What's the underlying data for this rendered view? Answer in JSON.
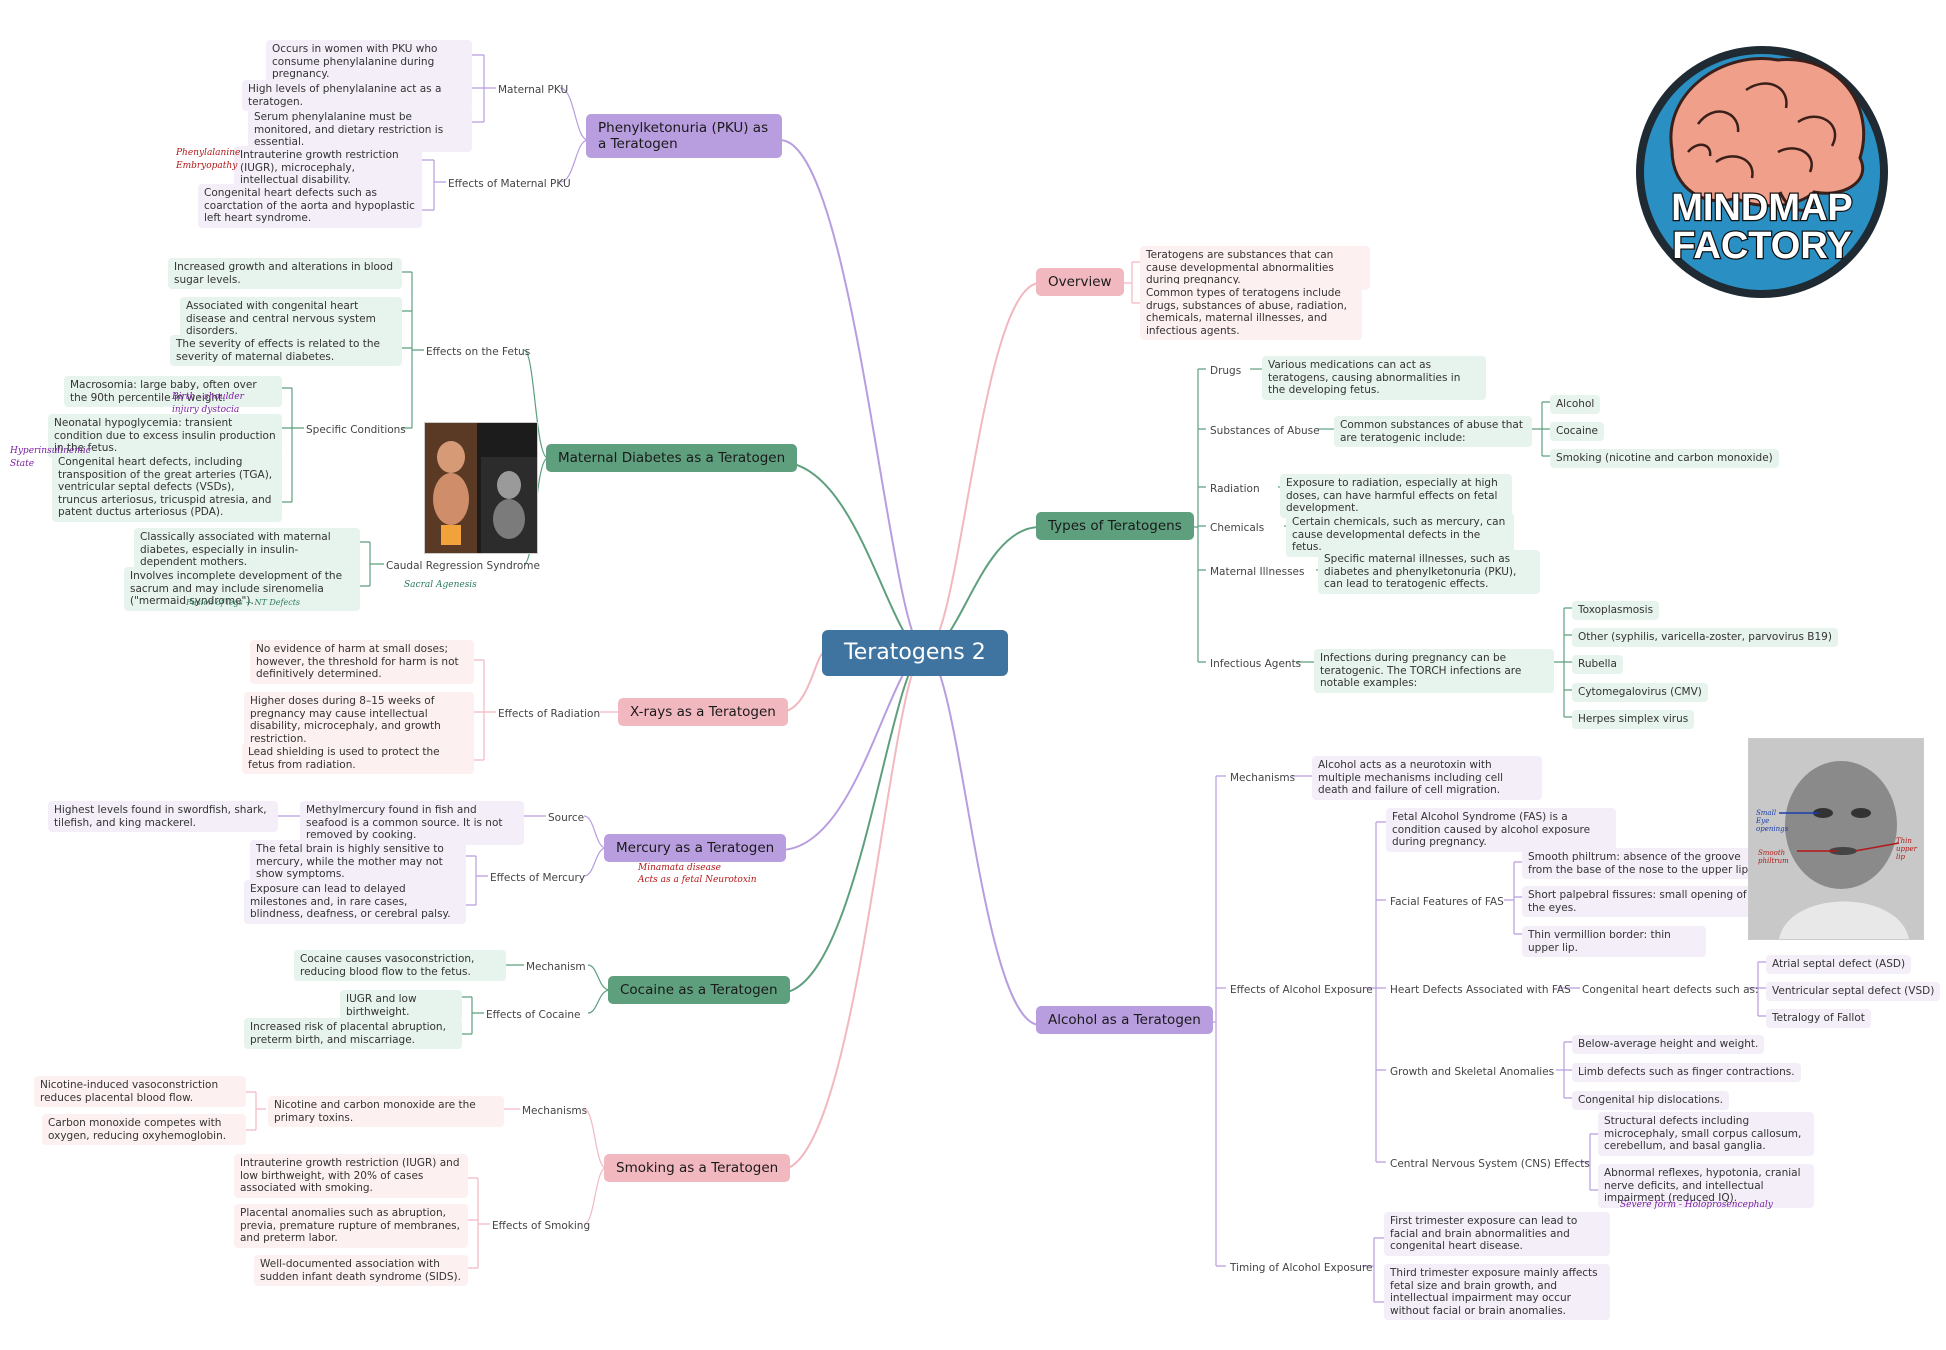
{
  "center": "Teratogens 2",
  "logo": {
    "line1": "MINDMAP",
    "line2": "FACTORY"
  },
  "pku": {
    "title": "Phenylketonuria (PKU) as a Teratogen",
    "maternal_label": "Maternal PKU",
    "maternal": [
      "Occurs in women with PKU who consume phenylalanine during pregnancy.",
      "High levels of phenylalanine act as a teratogen.",
      "Serum phenylalanine must be monitored, and dietary restriction is essential."
    ],
    "effects_label": "Effects of Maternal PKU",
    "effects": [
      "Intrauterine growth restriction (IUGR), microcephaly, intellectual disability.",
      "Congenital heart defects such as coarctation of the aorta and hypoplastic left heart syndrome."
    ],
    "handwritten": "Phenylalanine Embryopathy"
  },
  "diabetes": {
    "title": "Maternal Diabetes as a Teratogen",
    "fetus_label": "Effects on the Fetus",
    "fetus": [
      "Increased growth and alterations in blood sugar levels.",
      "Associated with congenital heart disease and central nervous system disorders.",
      "The severity of effects is related to the severity of maternal diabetes."
    ],
    "specific_label": "Specific Conditions",
    "specific": [
      "Macrosomia: large baby, often over the 90th percentile in weight.",
      "Neonatal hypoglycemia: transient condition due to excess insulin production in the fetus.",
      "Congenital heart defects, including transposition of the great arteries (TGA), ventricular septal defects (VSDs), truncus arteriosus, tricuspid atresia, and patent ductus arteriosus (PDA)."
    ],
    "caudal_label": "Caudal Regression Syndrome",
    "caudal": [
      "Classically associated with maternal diabetes, especially in insulin-dependent mothers.",
      "Involves incomplete development of the sacrum and may include sirenomelia (\"mermaid syndrome\")."
    ],
    "hw_birth": "Birth - shoulder injury dystocia",
    "hw_hyper": "Hyperinsulinemic State",
    "hw_sacral": "Sacral Agenesis",
    "hw_fusion": "Fusion of legs + NT Defects"
  },
  "xrays": {
    "title": "X-rays as a Teratogen",
    "label": "Effects of Radiation",
    "items": [
      "No evidence of harm at small doses; however, the threshold for harm is not definitively determined.",
      "Higher doses during 8–15 weeks of pregnancy may cause intellectual disability, microcephaly, and growth restriction.",
      "Lead shielding is used to protect the fetus from radiation."
    ]
  },
  "mercury": {
    "title": "Mercury as a Teratogen",
    "source_label": "Source",
    "source": "Methylmercury found in fish and seafood is a common source. It is not removed by cooking.",
    "source_sub": "Highest levels found in swordfish, shark, tilefish, and king mackerel.",
    "effects_label": "Effects of Mercury",
    "effects": [
      "The fetal brain is highly sensitive to mercury, while the mother may not show symptoms.",
      "Exposure can lead to delayed milestones and, in rare cases, blindness, deafness, or cerebral palsy."
    ],
    "hw1": "Minamata disease",
    "hw2": "Acts as a fetal Neurotoxin"
  },
  "cocaine": {
    "title": "Cocaine as a Teratogen",
    "mech_label": "Mechanism",
    "mech": "Cocaine causes vasoconstriction, reducing blood flow to the fetus.",
    "effects_label": "Effects of Cocaine",
    "effects": [
      "IUGR and low birthweight.",
      "Increased risk of placental abruption, preterm birth, and miscarriage."
    ]
  },
  "smoking": {
    "title": "Smoking as a Teratogen",
    "mech_label": "Mechanisms",
    "mech": "Nicotine and carbon monoxide are the primary toxins.",
    "mech_sub": [
      "Nicotine-induced vasoconstriction reduces placental blood flow.",
      "Carbon monoxide competes with oxygen, reducing oxyhemoglobin."
    ],
    "effects_label": "Effects of Smoking",
    "effects": [
      "Intrauterine growth restriction (IUGR) and low birthweight, with 20% of cases associated with smoking.",
      "Placental anomalies such as abruption, previa, premature rupture of membranes, and preterm labor.",
      "Well-documented association with sudden infant death syndrome (SIDS)."
    ]
  },
  "overview": {
    "title": "Overview",
    "items": [
      "Teratogens are substances that can cause developmental abnormalities during pregnancy.",
      "Common types of teratogens include drugs, substances of abuse, radiation, chemicals, maternal illnesses, and infectious agents."
    ]
  },
  "types": {
    "title": "Types of Teratogens",
    "drugs_label": "Drugs",
    "drugs": "Various medications can act as teratogens, causing abnormalities in the developing fetus.",
    "abuse_label": "Substances of Abuse",
    "abuse": "Common substances of abuse that are teratogenic include:",
    "abuse_list": [
      "Alcohol",
      "Cocaine",
      "Smoking (nicotine and carbon monoxide)"
    ],
    "radiation_label": "Radiation",
    "radiation": "Exposure to radiation, especially at high doses, can have harmful effects on fetal development.",
    "chem_label": "Chemicals",
    "chem": "Certain chemicals, such as mercury, can cause developmental defects in the fetus.",
    "illness_label": "Maternal Illnesses",
    "illness": "Specific maternal illnesses, such as diabetes and phenylketonuria (PKU), can lead to teratogenic effects.",
    "infect_label": "Infectious Agents",
    "infect": "Infections during pregnancy can be teratogenic. The TORCH infections are notable examples:",
    "torch": [
      "Toxoplasmosis",
      "Other (syphilis, varicella-zoster, parvovirus B19)",
      "Rubella",
      "Cytomegalovirus (CMV)",
      "Herpes simplex virus"
    ]
  },
  "alcohol": {
    "title": "Alcohol as a Teratogen",
    "mech_label": "Mechanisms",
    "mech": "Alcohol acts as a neurotoxin with multiple mechanisms including cell death and failure of cell migration.",
    "effects_label": "Effects of Alcohol Exposure",
    "fas": "Fetal Alcohol Syndrome (FAS) is a condition caused by alcohol exposure during pregnancy.",
    "facial_label": "Facial Features of FAS",
    "facial": [
      "Smooth philtrum: absence of the groove from the base of the nose to the upper lip.",
      "Short palpebral fissures: small opening of the eyes.",
      "Thin vermillion border: thin upper lip."
    ],
    "heart_label": "Heart Defects Associated with FAS",
    "heart_mid": "Congenital heart defects such as:",
    "heart": [
      "Atrial septal defect (ASD)",
      "Ventricular septal defect (VSD)",
      "Tetralogy of Fallot"
    ],
    "growth_label": "Growth and Skeletal Anomalies",
    "growth": [
      "Below-average height and weight.",
      "Limb defects such as finger contractions.",
      "Congenital hip dislocations."
    ],
    "cns_label": "Central Nervous System (CNS) Effects",
    "cns": [
      "Structural defects including microcephaly, small corpus callosum, cerebellum, and basal ganglia.",
      "Abnormal reflexes, hypotonia, cranial nerve deficits, and intellectual impairment (reduced IQ)."
    ],
    "hw_cns": "Severe form - Holoprosencephaly",
    "timing_label": "Timing of Alcohol Exposure",
    "timing": [
      "First trimester exposure can lead to facial and brain abnormalities and congenital heart disease.",
      "Third trimester exposure mainly affects fetal size and brain growth, and intellectual impairment may occur without facial or brain anomalies."
    ],
    "hw_eye": "Small Eye openings",
    "hw_lip": "Thin upper lip",
    "hw_phil": "Smooth philtrum"
  },
  "colors": {
    "purple": "#b89ddf",
    "green": "#5e9f7e",
    "pink": "#f2b8c0",
    "center": "#3f73a0",
    "highlight": "#f5e96a"
  }
}
